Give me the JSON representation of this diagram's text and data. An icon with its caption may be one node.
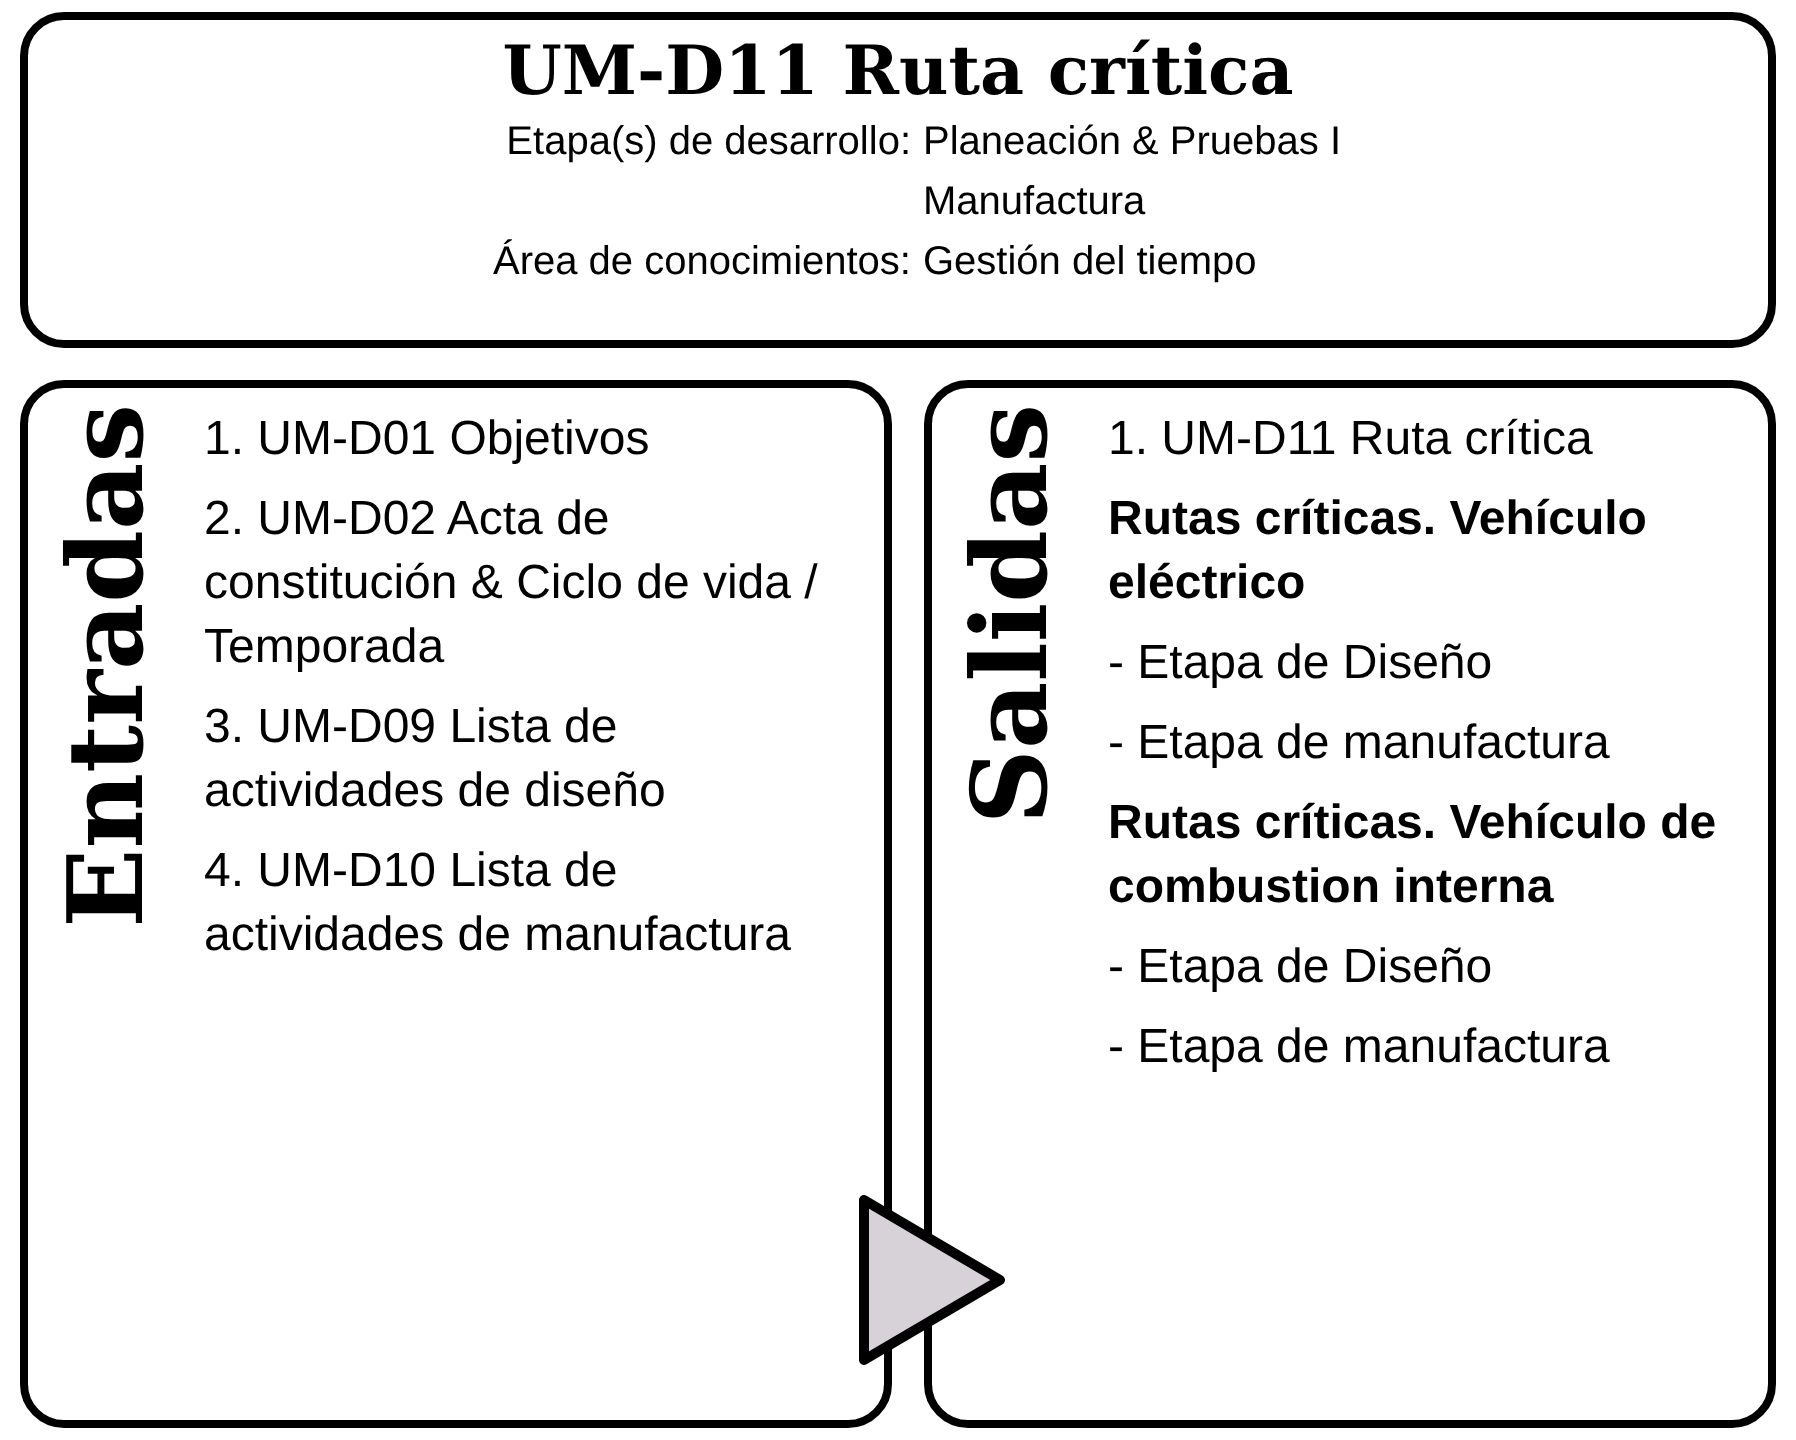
{
  "diagram": {
    "nodes": [
      {
        "text": [
          "UM-D11 Ruta crítica",
          "Etapa(s) de desarrollo:",
          "Planeación & Pruebas I Manufactura",
          "Área de conocimientos:",
          "Gestión del tiempo"
        ]
      },
      {
        "text": [
          "Entradas",
          "1. UM-D01 Objetivos",
          "2. UM-D02 Acta de constitución & Ciclo de vida / Temporada",
          "3. UM-D09 Lista de actividades de diseño",
          "4. UM-D10 Lista de actividades de manufactura"
        ]
      },
      {
        "text": [
          "Salidas",
          "1. UM-D11 Ruta crítica",
          "Rutas críticas. Vehículo eléctrico",
          "- Etapa de Diseño",
          "- Etapa de manufactura",
          "Rutas críticas. Vehículo de combustion interna",
          "- Etapa de Diseño",
          "- Etapa de manufactura"
        ]
      }
    ],
    "edges": [
      {
        "from": 1,
        "to": 2,
        "arrow": "to"
      }
    ]
  }
}
